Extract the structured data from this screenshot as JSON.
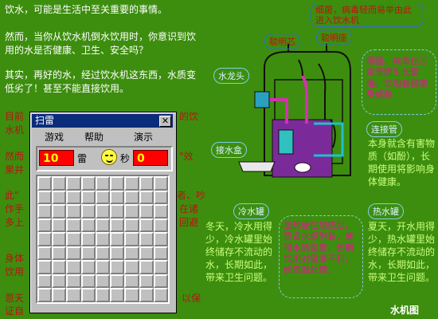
{
  "left_text": {
    "p1": "饮水，可能是生活中至关重要的事情。",
    "p2": "然而，当你从饮水机倒水饮用时，你意识到饮用的水是否健康、卫生、安全吗？",
    "p3": "其实，再好的水，经过饮水机这东西，水质变低劣了！甚至不能直接饮用。",
    "r1": "目前...的饮水机...",
    "r2": "然而...效果...",
    "r3": "此\"...吵作手...在诸多上...回避",
    "r4": "身体...饮用...",
    "r5": "恩天...以保证自...",
    "frag1a": "目前",
    "frag1b": "的饮",
    "frag2a": "水机",
    "frag3": "然而",
    "frag4": "\"效",
    "frag5": "果并",
    "frag6": "此\"",
    "frag7": "者、吵",
    "frag8": "作手",
    "frag9": "在诸",
    "frag10": "多上",
    "frag11": "回避",
    "frag12": "身体",
    "frag13": "饮用",
    "frag14": "恩天",
    "frag15": "以保",
    "frag16": "证自"
  },
  "diagram": {
    "label_top_box": "细菌，病毒轻而易举由此进入饮水机",
    "label_conghuan": "聪明芯",
    "label_conghuanzuo": "聪明座",
    "label_shuilongtou": "水龙头",
    "label_jieshuihe": "接水盒",
    "label_lengshuiguan": "冷水罐",
    "label_lianjieguan": "连接管",
    "label_reshuiguan": "热水罐",
    "label_right_top": "细菌、病毒在污染里面生长繁殖，饮用者健康受威胁",
    "lianjie_desc": "本身就含有害物质（如酚），长期使用将影响身体健康。",
    "lengshui_desc": "冬天，冷水用得少，冷水罐里始终储存不流动的水，长期如此，带来卫生问题。",
    "middle_desc": "加热管在加热后，管道水垢附着，使得水质变差，长期饮用对健康不利，经高温处理。",
    "reshui_desc": "夏天，开水用得少，热水罐里始终储存不流动的水，长期如此，带来卫生问题。",
    "corner_title": "水机图"
  },
  "minesweeper": {
    "title": "扫雷",
    "close_glyph": "✕",
    "menu_game": "游戏",
    "menu_help": "帮助",
    "menu_demo": "演示",
    "mine_count": "10",
    "mine_label": "雷",
    "sec_label": "秒",
    "timer": "0"
  }
}
